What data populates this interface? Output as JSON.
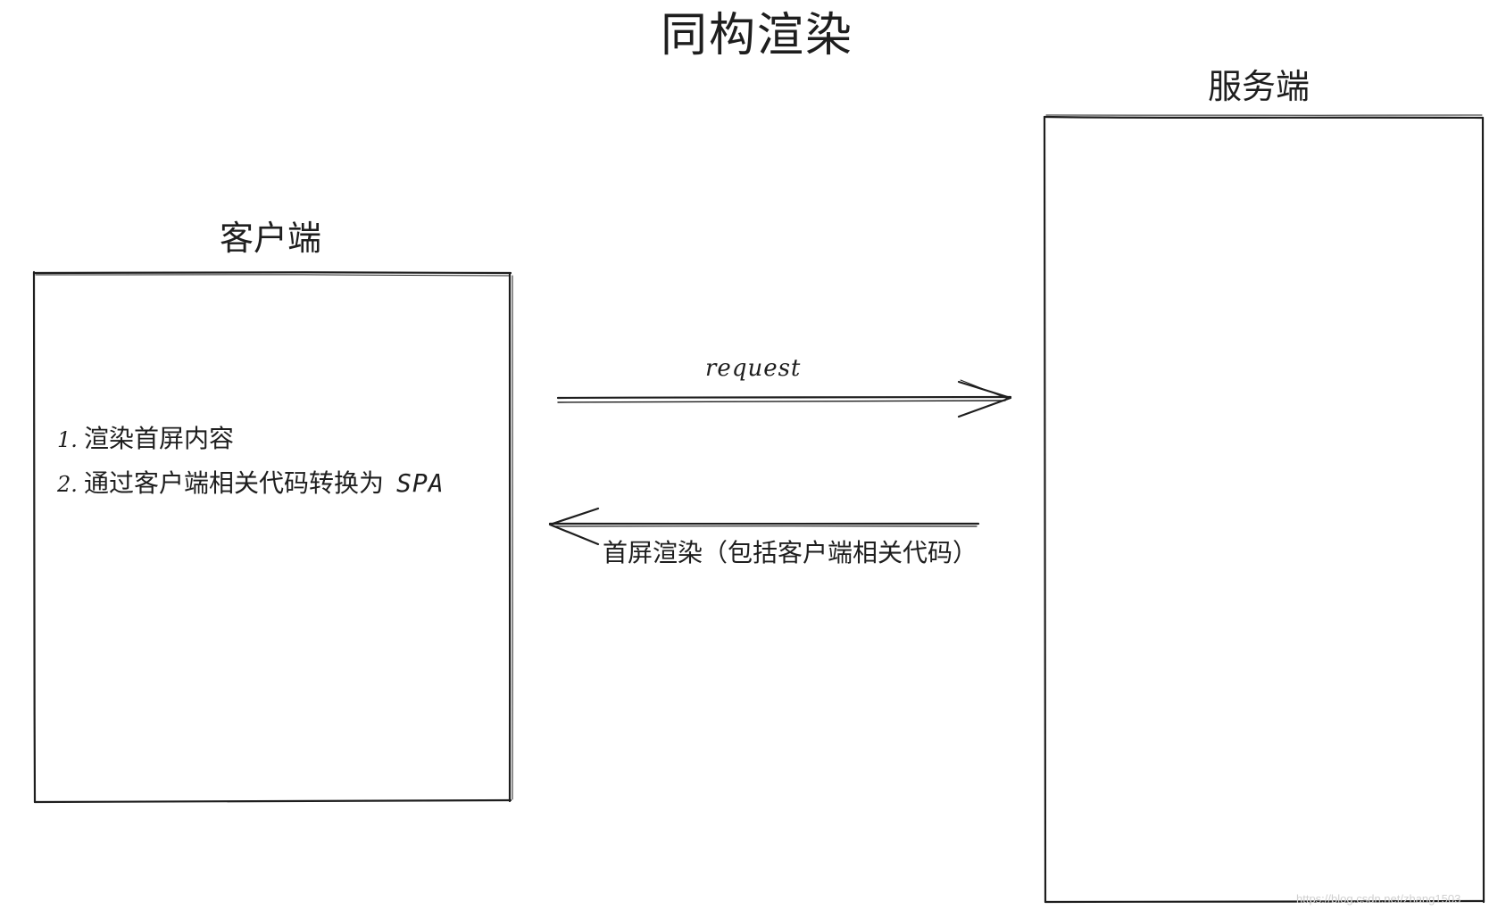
{
  "diagram": {
    "title": "同构渲染",
    "client": {
      "title": "客户端",
      "steps": [
        {
          "num": "1.",
          "text": "渲染首屏内容"
        },
        {
          "num": "2.",
          "text": "通过客户端相关代码转换为",
          "suffix": "SPA"
        }
      ]
    },
    "server": {
      "title": "服务端"
    },
    "request_arrow": {
      "label": "request",
      "direction": "client-to-server"
    },
    "response_arrow": {
      "label": "首屏渲染（包括客户端相关代码）",
      "direction": "server-to-client"
    },
    "watermark": "https://blog.csdn.net/zhang1503"
  },
  "colors": {
    "stroke": "#1e1e1e",
    "background": "#ffffff",
    "watermark": "#d0d0d0"
  }
}
